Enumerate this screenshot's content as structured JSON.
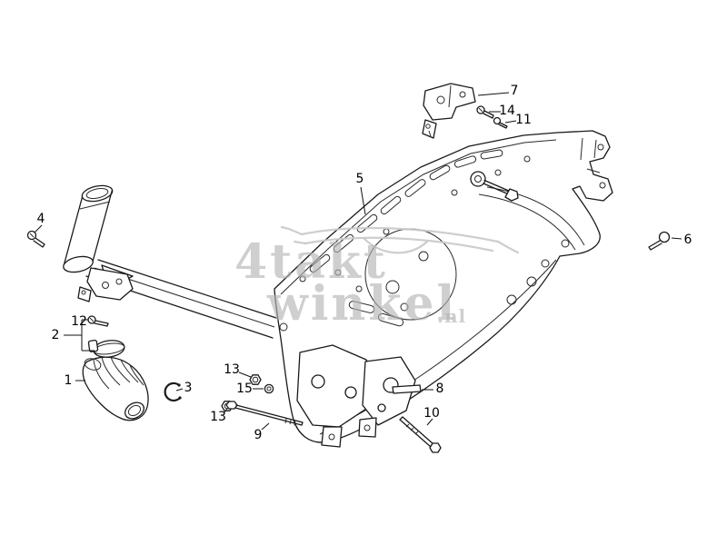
{
  "diagram": {
    "background": "#ffffff",
    "line_color": "#1a1a1a",
    "watermark_color": "#b3b3b3"
  },
  "watermark": {
    "word1": "4takt",
    "word2": "winkel",
    "word3": ".nl"
  },
  "callouts": {
    "c1": "1",
    "c2": "2",
    "c3": "3",
    "c4": "4",
    "c5": "5",
    "c6": "6",
    "c7": "7",
    "c8": "8",
    "c9": "9",
    "c10": "10",
    "c11": "11",
    "c12": "12",
    "c13a": "13",
    "c13b": "13",
    "c14": "14",
    "c15": "15"
  }
}
